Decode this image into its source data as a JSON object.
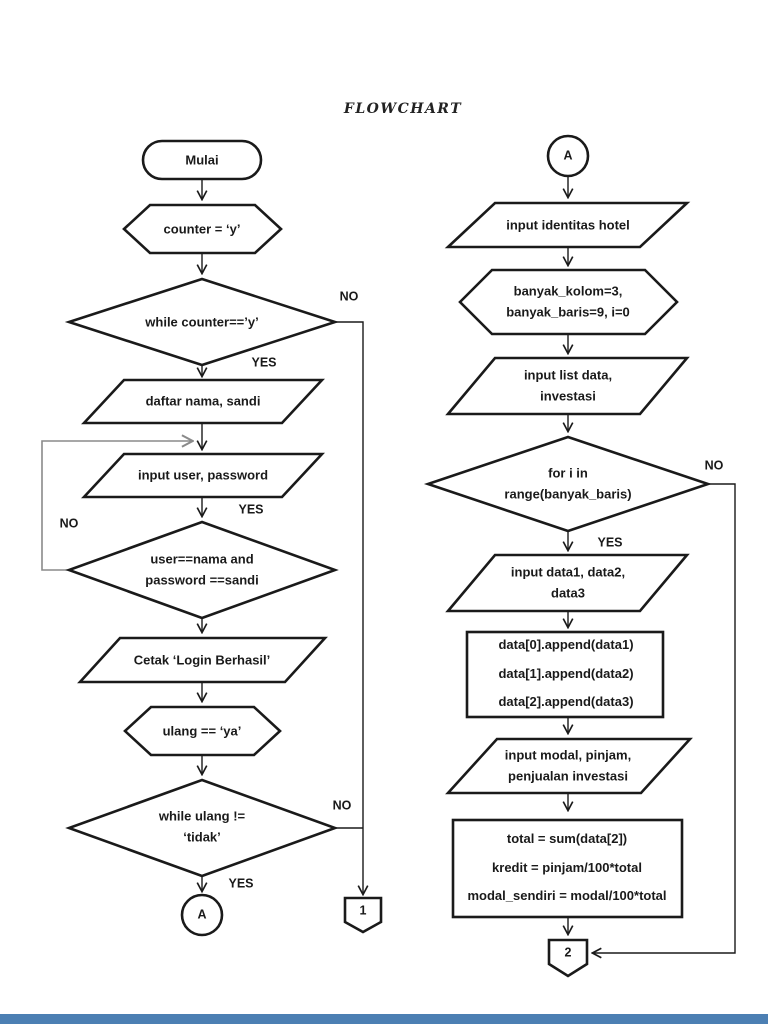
{
  "title": "FLOWCHART",
  "login_flow": {
    "start": "Mulai",
    "set_counter": "counter = ‘y’",
    "while_counter": "while counter==’y’",
    "daftar": "daftar nama, sandi",
    "input_user": "input user, password",
    "check_credentials": "user==nama and\npassword ==sandi",
    "print_success": "Cetak ‘Login Berhasil’",
    "set_ulang": "ulang == ‘ya’",
    "while_ulang": "while ulang !=\n‘tidak’",
    "no_while_counter": "NO",
    "yes_while_counter": "YES",
    "yes_check": "YES",
    "no_check": "NO",
    "no_while_ulang": "NO",
    "yes_while_ulang": "YES",
    "to_page_connector": "A",
    "offpage_connector": "1"
  },
  "hotel_flow": {
    "from_page_connector": "A",
    "input_identitas": "input identitas hotel",
    "init_vars": "banyak_kolom=3,\nbanyak_baris=9, i=0",
    "input_list": "input list data,\ninvestasi",
    "for_loop": "for i in\nrange(banyak_baris)",
    "no_for": "NO",
    "yes_for": "YES",
    "input_data": "input data1, data2,\ndata3",
    "append_block": "data[0].append(data1)\ndata[1].append(data2)\ndata[2].append(data3)",
    "input_modal": "input modal, pinjam,\npenjualan investasi",
    "calc_block": "total = sum(data[2])\nkredit = pinjam/100*total\nmodal_sendiri = modal/100*total",
    "offpage_connector": "2"
  },
  "colors": {
    "stroke": "#1a1a1a",
    "loop_arrow": "#8a8a8a",
    "footer_bar": "#4c7fb3"
  }
}
